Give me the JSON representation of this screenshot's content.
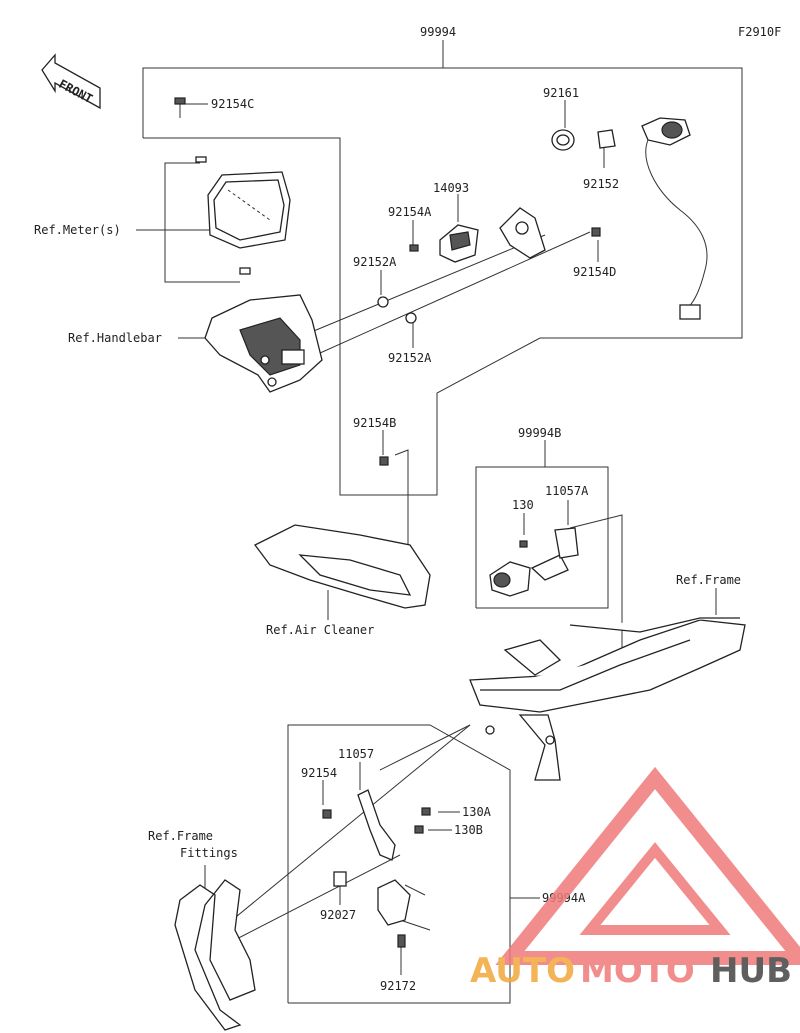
{
  "diagram": {
    "code": "F2910F",
    "front_label": "FRONT",
    "parts": {
      "p99994": "99994",
      "p92154C": "92154C",
      "p92161": "92161",
      "p14093": "14093",
      "p92154A": "92154A",
      "p92152": "92152",
      "p92152A_top": "92152A",
      "p92154D": "92154D",
      "p92152A_bot": "92152A",
      "p92154B": "92154B",
      "p99994B": "99994B",
      "p11057A": "11057A",
      "p130": "130",
      "p11057": "11057",
      "p92154": "92154",
      "p130A": "130A",
      "p130B": "130B",
      "p99994A": "99994A",
      "p92027": "92027",
      "p92172": "92172"
    },
    "refs": {
      "meters": "Ref.Meter(s)",
      "handlebar": "Ref.Handlebar",
      "air_cleaner": "Ref.Air Cleaner",
      "frame": "Ref.Frame",
      "frame_fittings_1": "Ref.Frame",
      "frame_fittings_2": "Fittings"
    }
  },
  "watermark": {
    "auto": "AUTO",
    "moto": "MOTO",
    "hub": "HUB",
    "colors": {
      "auto": "#f2a83b",
      "moto": "#f07a7a",
      "hub": "#444444"
    }
  }
}
